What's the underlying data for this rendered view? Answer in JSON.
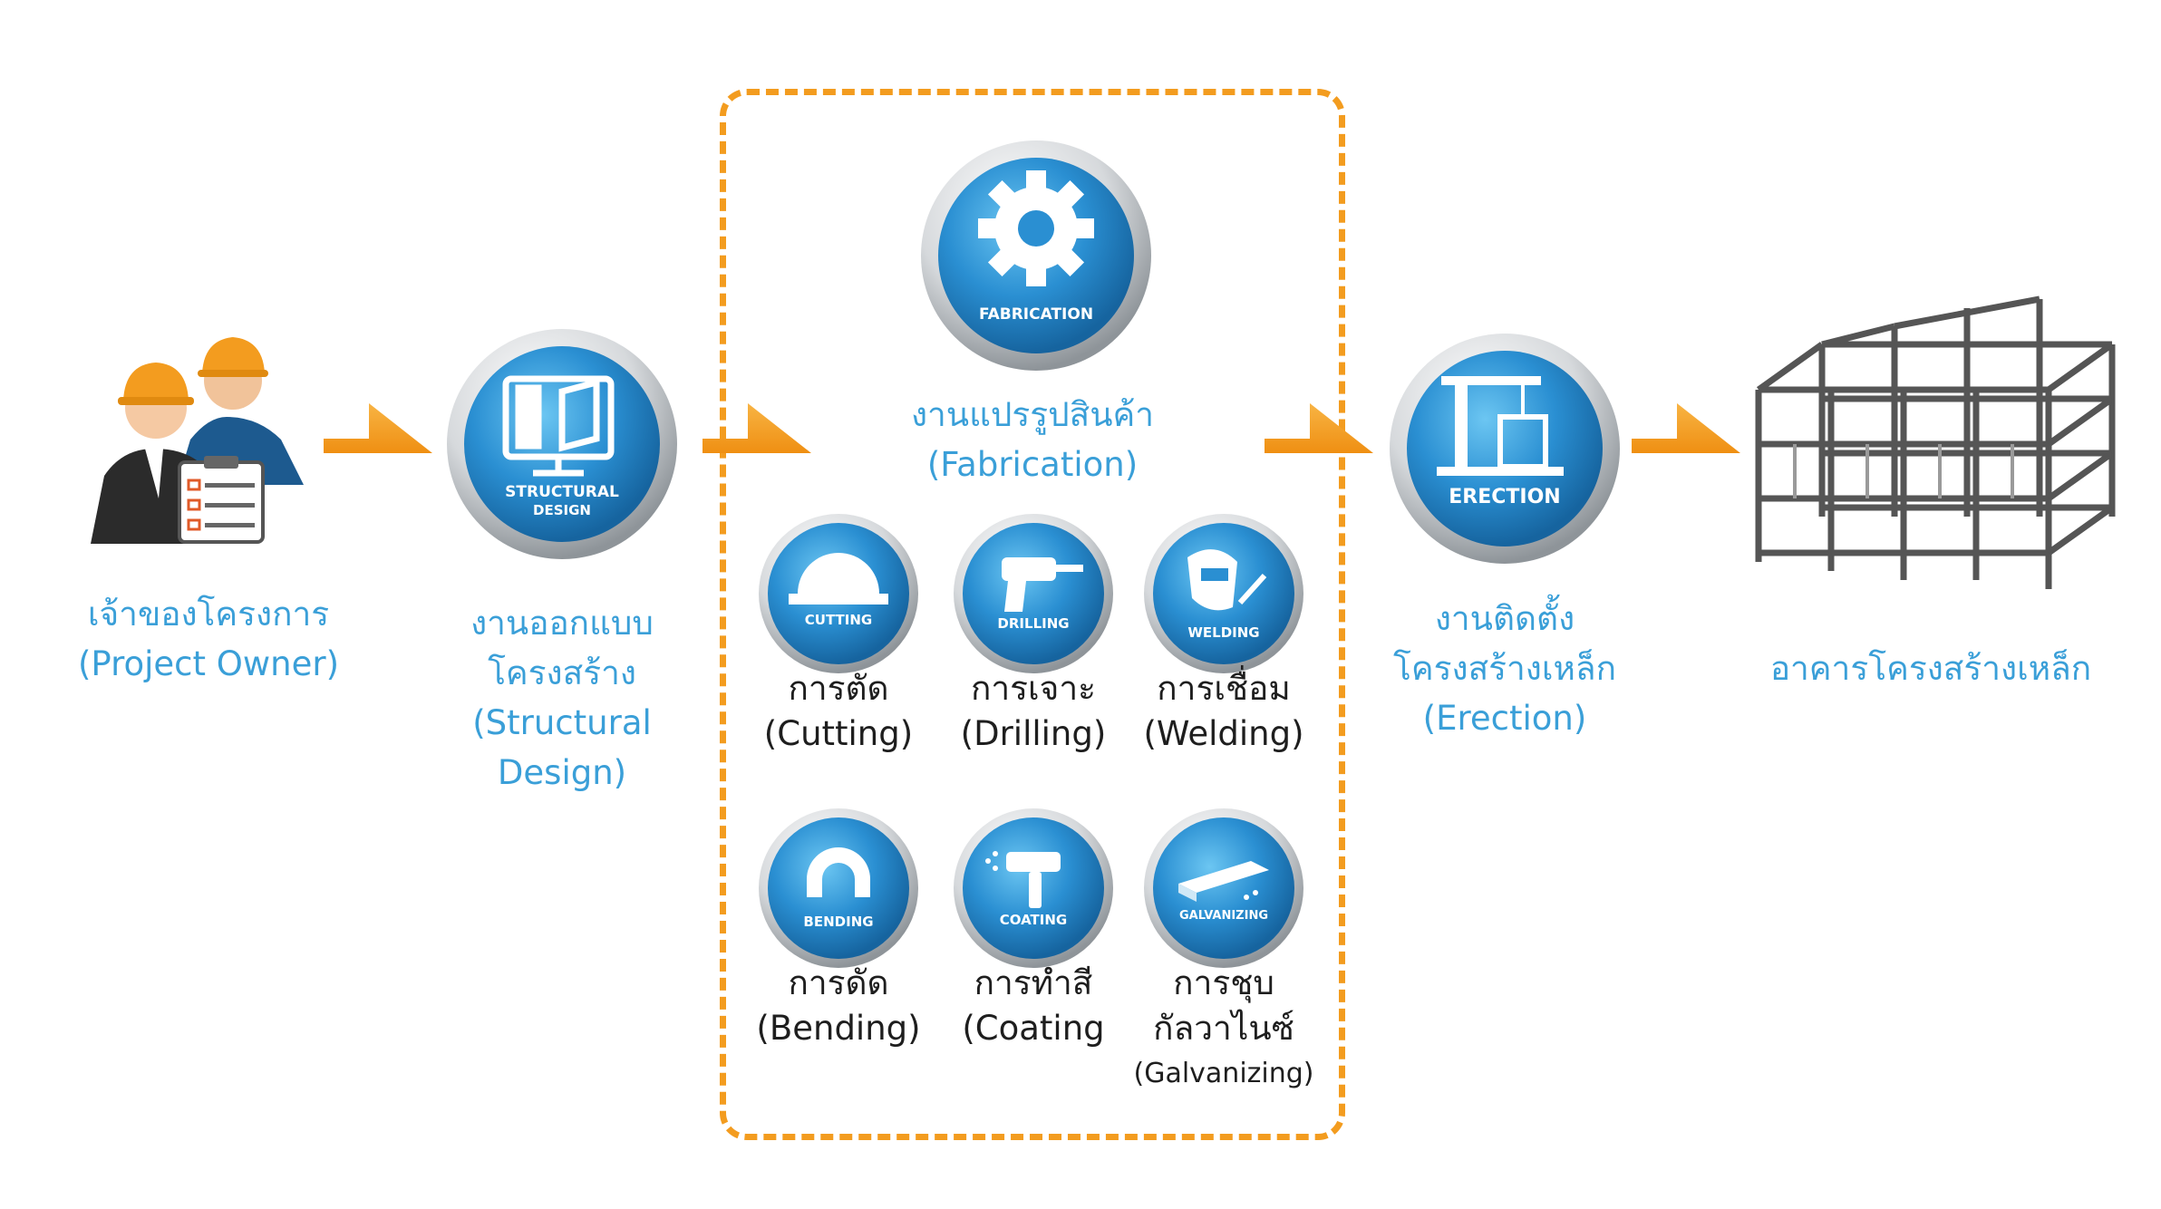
{
  "colors": {
    "accent_blue": "#3a9fd8",
    "arrow_orange": "#f39c1f",
    "text_dark": "#1e1e1e",
    "box_dash": "#f39c1f"
  },
  "owner": {
    "label_th": "เจ้าของโครงการ",
    "label_en": "(Project Owner)",
    "icon": "engineers-clipboard-icon"
  },
  "design": {
    "label_th1": "งานออกแบบ",
    "label_th2": "โครงสร้าง",
    "label_en1": "(Structural",
    "label_en2": "Design)",
    "badge_1": "STRUCTURAL",
    "badge_2": "DESIGN",
    "icon": "blueprint-monitor-icon"
  },
  "fabrication": {
    "label_th": "งานแปรรูปสินค้า",
    "label_en": "(Fabrication)",
    "badge": "FABRICATION",
    "icon": "gear-icon",
    "steps": [
      {
        "badge": "CUTTING",
        "th": "การตัด",
        "en": "(Cutting)",
        "icon": "saw-blade-icon"
      },
      {
        "badge": "DRILLING",
        "th": "การเจาะ",
        "en": "(Drilling)",
        "icon": "drill-icon"
      },
      {
        "badge": "WELDING",
        "th": "การเชื่อม",
        "en": "(Welding)",
        "icon": "welder-mask-icon"
      },
      {
        "badge": "BENDING",
        "th": "การดัด",
        "en": "(Bending)",
        "icon": "bent-beam-icon"
      },
      {
        "badge": "COATING",
        "th": "การทำสี",
        "en": "(Coating",
        "icon": "spray-gun-icon"
      },
      {
        "badge": "GALVANIZING",
        "th": "การชุบ",
        "th2": "กัลวาไนซ์",
        "en": "(Galvanizing)",
        "icon": "steel-bar-icon"
      }
    ]
  },
  "erection": {
    "label_th1": "งานติดตั้ง",
    "label_th2": "โครงสร้างเหล็ก",
    "label_en": "(Erection)",
    "badge": "ERECTION",
    "icon": "crane-icon"
  },
  "building": {
    "label_th": "อาคารโครงสร้างเหล็ก",
    "icon": "steel-frame-building-icon"
  }
}
